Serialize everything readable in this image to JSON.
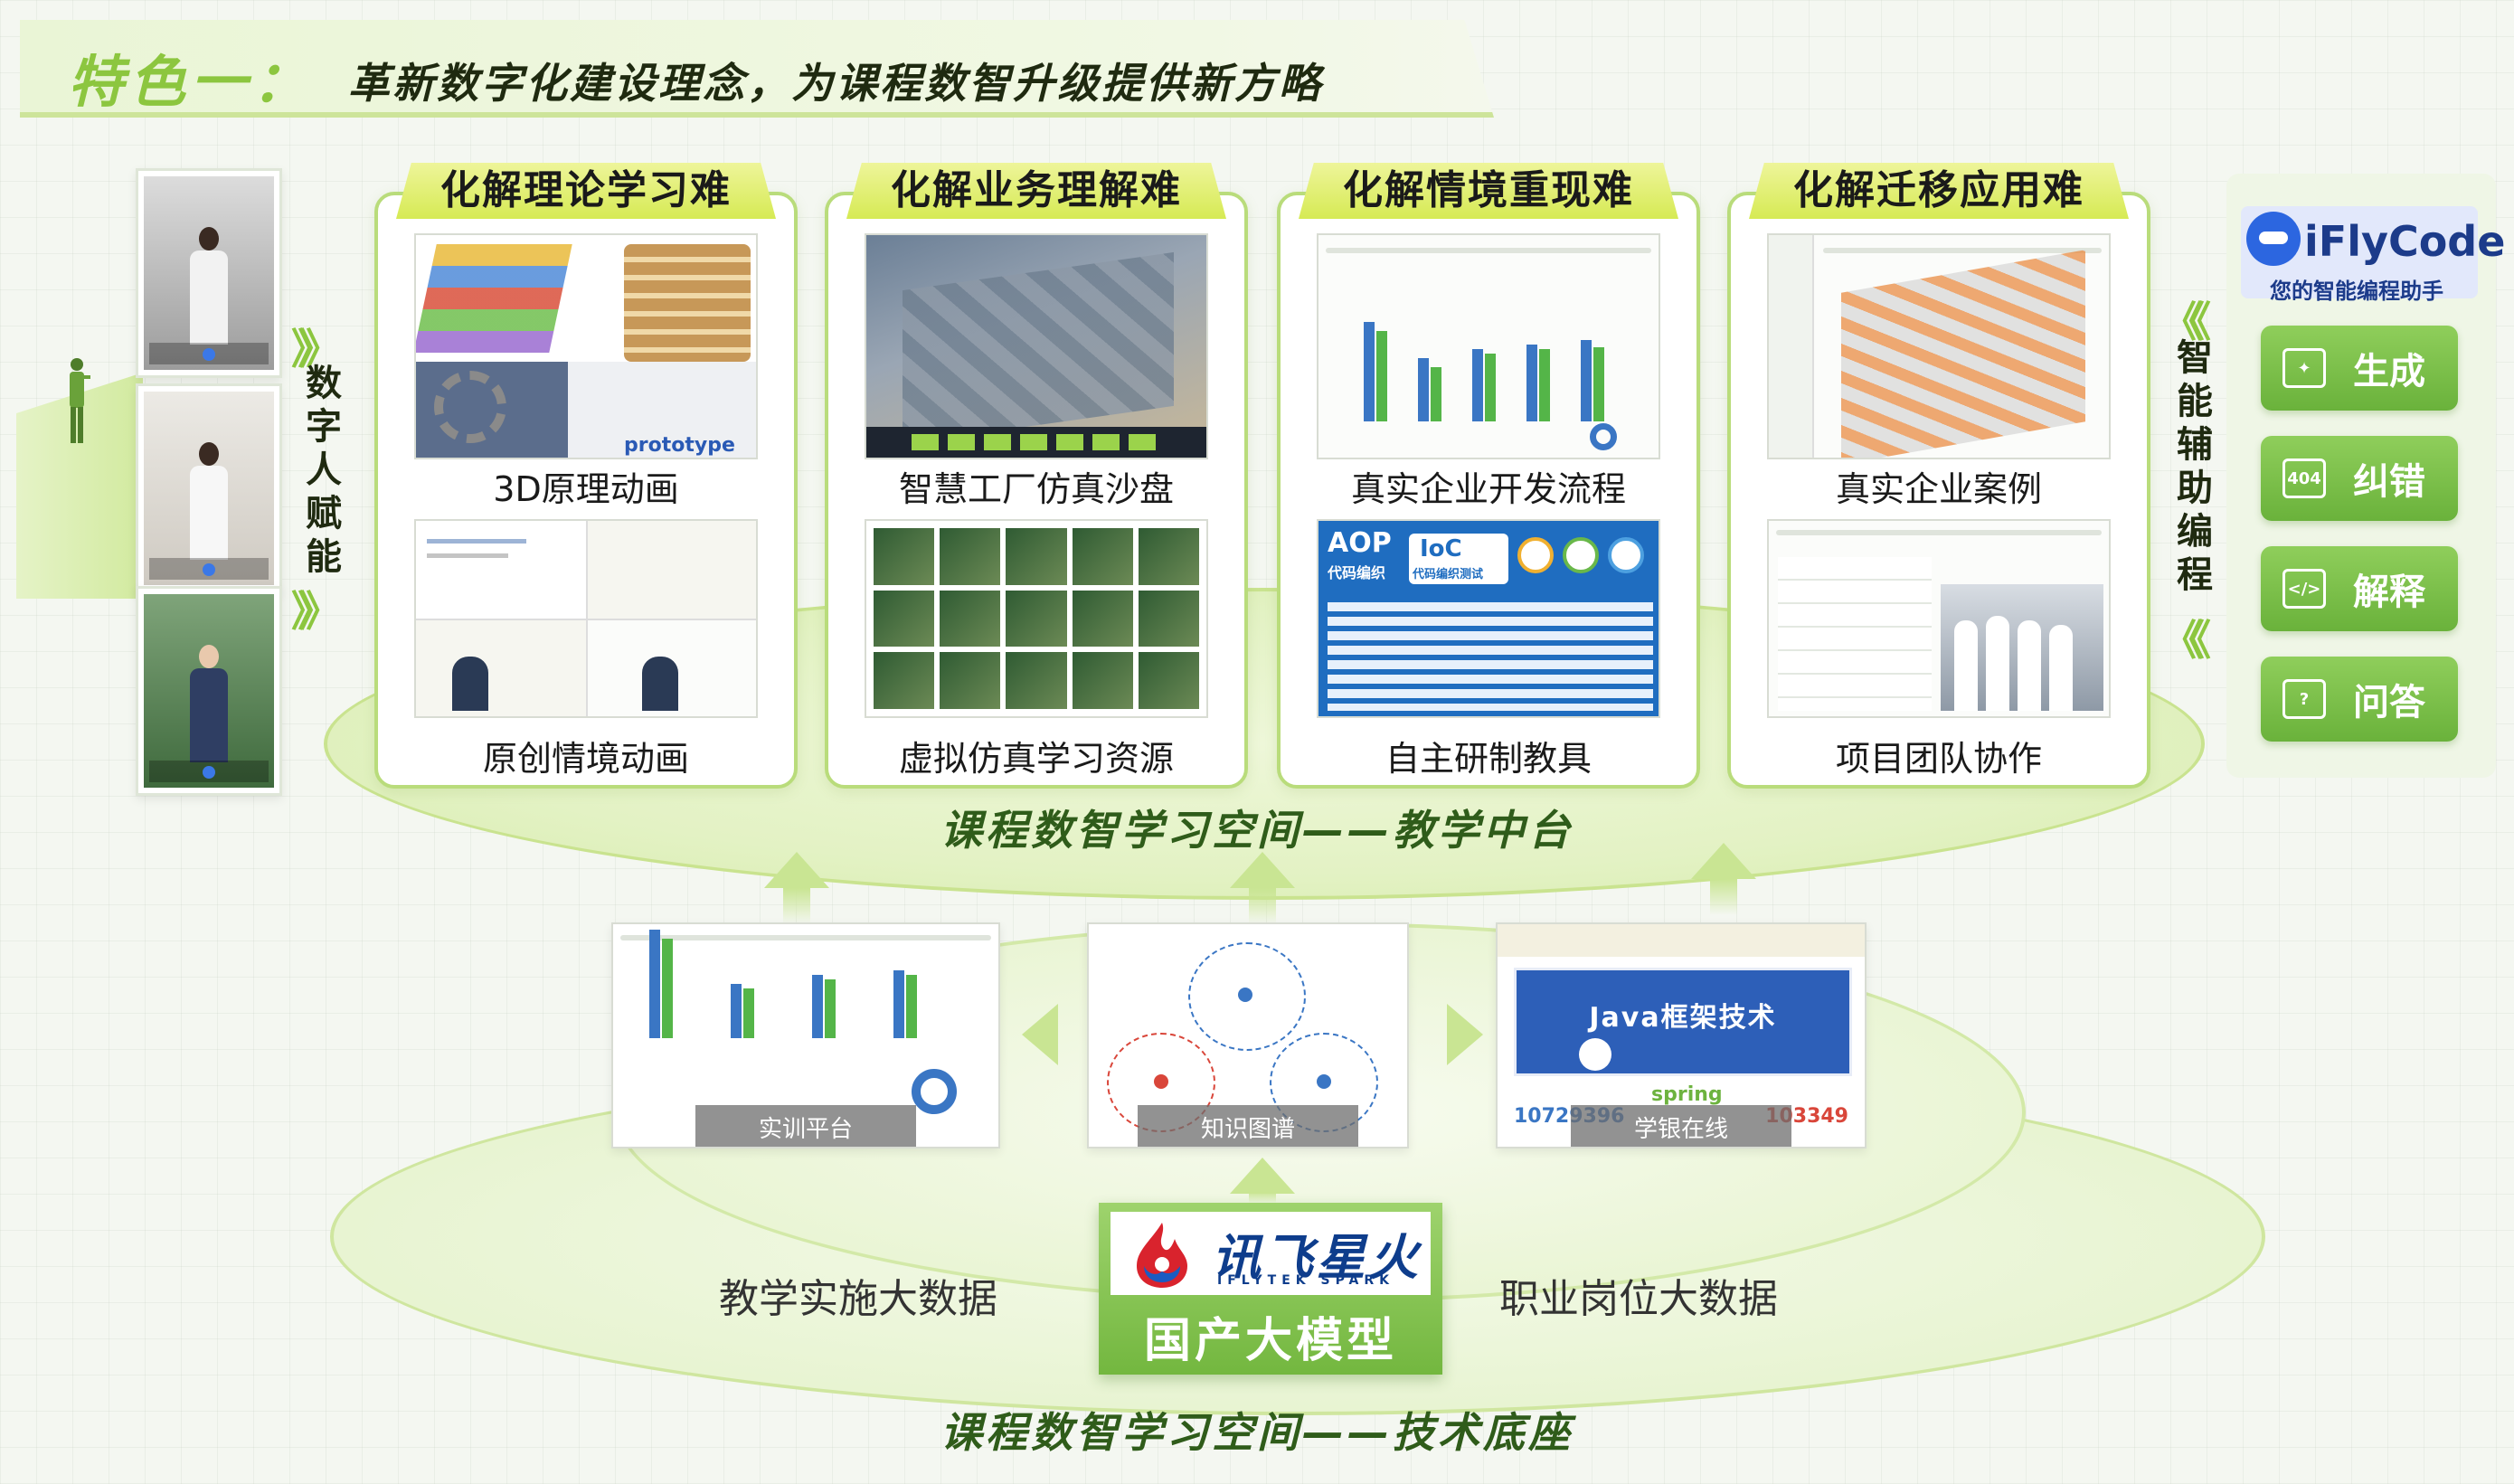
{
  "title": {
    "lead": "特色一：",
    "main": "革新数字化建设理念，为课程数智升级提供新方略"
  },
  "left": {
    "vertical_label": "数字人赋能",
    "chevrons": "》"
  },
  "cards": [
    {
      "header": "化解理论学习难",
      "top_caption": "3D原理动画",
      "bottom_caption": "原创情境动画",
      "thumb_text": "prototype"
    },
    {
      "header": "化解业务理解难",
      "top_caption": "智慧工厂仿真沙盘",
      "bottom_caption": "虚拟仿真学习资源"
    },
    {
      "header": "化解情境重现难",
      "top_caption": "真实企业开发流程",
      "bottom_caption": "自主研制教具",
      "thumb_text_a": "AOP",
      "thumb_text_b": "代码编织",
      "thumb_text_c": "IoC",
      "thumb_text_d": "代码编织测试"
    },
    {
      "header": "化解迁移应用难",
      "top_caption": "真实企业案例",
      "bottom_caption": "项目团队协作"
    }
  ],
  "teaching_platform": "课程数智学习空间——教学中台",
  "tech_base": "课程数智学习空间——技术底座",
  "right": {
    "logo_name": "iFlyCode",
    "logo_sub": "您的智能编程助手",
    "vertical_label": "智能辅助编程",
    "features": [
      {
        "label": "生成",
        "icon": "sparkle-icon"
      },
      {
        "label": "纠错",
        "icon": "error-404-icon"
      },
      {
        "label": "解释",
        "icon": "code-brackets-icon"
      },
      {
        "label": "问答",
        "icon": "question-icon"
      }
    ],
    "feature_icon_text": [
      "✦",
      "404",
      "</>",
      "?"
    ]
  },
  "bottom_thumbs": [
    {
      "caption": "实训平台"
    },
    {
      "caption": "知识图谱"
    },
    {
      "caption": "学银在线",
      "banner": "Java框架技术",
      "num_left": "10729396",
      "num_right": "103349",
      "spring": "spring"
    }
  ],
  "spark": {
    "cn": "讯飞星火",
    "en": "IFLYTEK SPARK",
    "model": "国产大模型"
  },
  "bigdata_left": "教学实施大数据",
  "bigdata_right": "职业岗位大数据",
  "colors": {
    "accent_green": "#8cc63f",
    "dark_green": "#2f5c1a",
    "header_yellow": "#d6ea54",
    "ifly_blue": "#1c3b8a"
  }
}
